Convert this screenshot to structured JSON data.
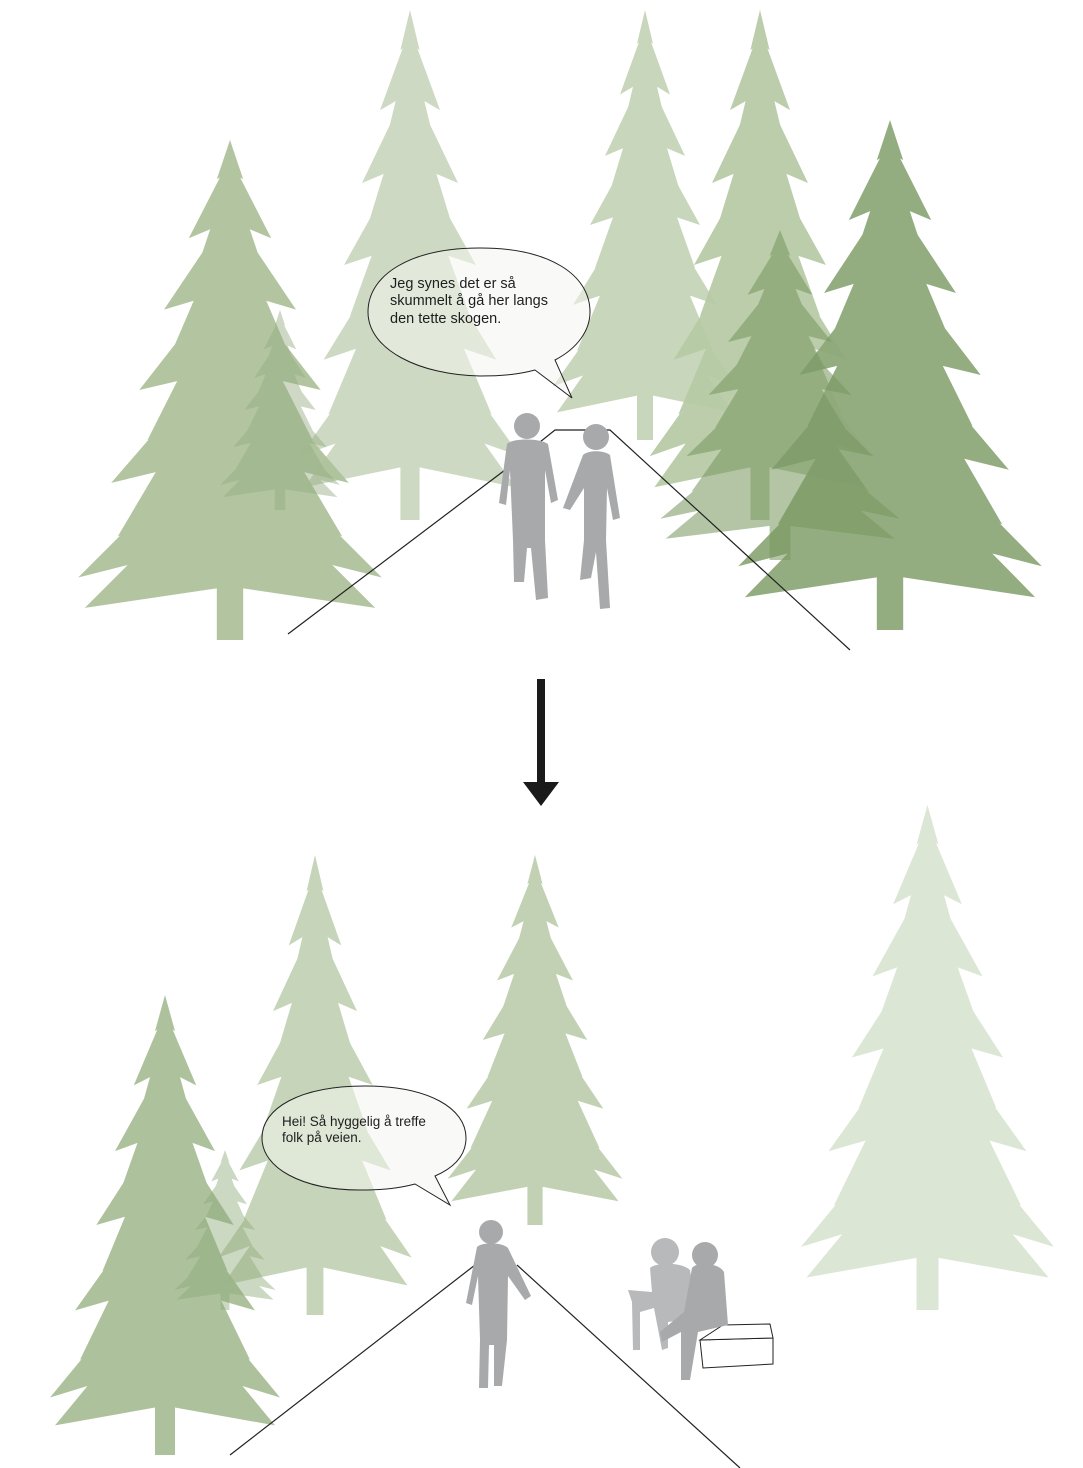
{
  "scenes": [
    {
      "id": "dense-forest",
      "speech": "Jeg synes det er så\nskummelt å gå her langs\nden tette skogen."
    },
    {
      "id": "open-forest",
      "speech": "Hei! Så hyggelig å treffe\nfolk på veien."
    }
  ],
  "colors": {
    "tree_light": "#c9d6bc",
    "tree_mid": "#a9bd98",
    "tree_dark": "#8aa476",
    "tree_darkest": "#6f8d5c",
    "figure": "#a8a9ab",
    "line": "#222222",
    "arrow": "#1a1a1a"
  },
  "icons": [
    "spruce-tree-icon",
    "person-silhouette-icon",
    "bench-icon",
    "down-arrow-icon",
    "speech-bubble-icon"
  ]
}
